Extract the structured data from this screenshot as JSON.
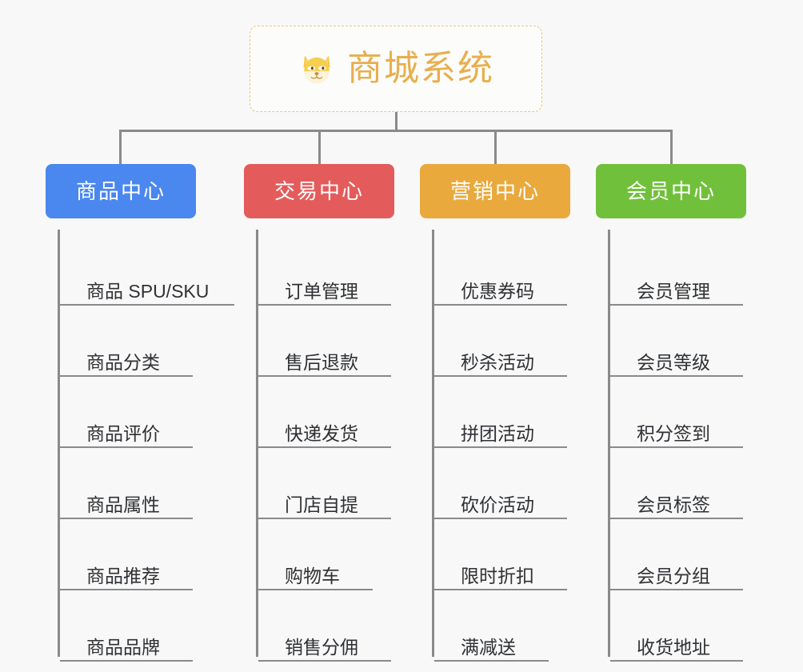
{
  "diagram": {
    "title": "商城系统",
    "type": "组织架构图 / 功能结构图",
    "background_color": "#f8f8f8",
    "connector_color": "#8a8a8a",
    "root": {
      "label": "商城系统",
      "icon": "shiba-dog-face-emoji",
      "text_color": "#e8ae4e",
      "border_color": "#edc577",
      "background_color": "#fcfcfa"
    },
    "categories": [
      {
        "label": "商品中心",
        "color": "#4a87ee",
        "text_color": "#ffffff",
        "items": [
          "商品 SPU/SKU",
          "商品分类",
          "商品评价",
          "商品属性",
          "商品推荐",
          "商品品牌"
        ]
      },
      {
        "label": "交易中心",
        "color": "#e45b5b",
        "text_color": "#ffffff",
        "items": [
          "订单管理",
          "售后退款",
          "快递发货",
          "门店自提",
          "购物车",
          "销售分佣"
        ]
      },
      {
        "label": "营销中心",
        "color": "#e9a93c",
        "text_color": "#ffffff",
        "items": [
          "优惠券码",
          "秒杀活动",
          "拼团活动",
          "砍价活动",
          "限时折扣",
          "满减送"
        ]
      },
      {
        "label": "会员中心",
        "color": "#71c03c",
        "text_color": "#ffffff",
        "items": [
          "会员管理",
          "会员等级",
          "积分签到",
          "会员标签",
          "会员分组",
          "收货地址"
        ]
      }
    ]
  }
}
